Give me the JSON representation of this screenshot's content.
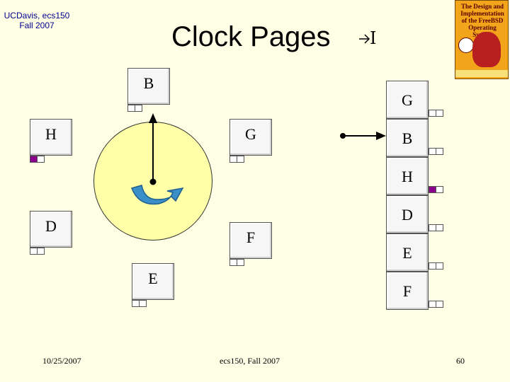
{
  "header": {
    "course_line1": "UCDavis, ecs150",
    "course_line2": "Fall 2007",
    "title": "Clock Pages",
    "arrow_label": "I"
  },
  "book_cover": {
    "title": "The Design and Implementation of the FreeBSD Operating System"
  },
  "icons": {
    "title_arrow": "right-arrow-icon",
    "rotation_arrow": "curved-arrow-icon"
  },
  "clock_pages": [
    {
      "label": "B",
      "ref_bit": false,
      "position": "top"
    },
    {
      "label": "G",
      "ref_bit": false,
      "position": "right-upper"
    },
    {
      "label": "F",
      "ref_bit": false,
      "position": "right-lower"
    },
    {
      "label": "E",
      "ref_bit": false,
      "position": "bottom"
    },
    {
      "label": "D",
      "ref_bit": false,
      "position": "left-lower"
    },
    {
      "label": "H",
      "ref_bit": true,
      "position": "left-upper"
    }
  ],
  "page_list": [
    {
      "label": "G",
      "ref_bit": false
    },
    {
      "label": "B",
      "ref_bit": false
    },
    {
      "label": "H",
      "ref_bit": true
    },
    {
      "label": "D",
      "ref_bit": false
    },
    {
      "label": "E",
      "ref_bit": false
    },
    {
      "label": "F",
      "ref_bit": false
    }
  ],
  "colors": {
    "background": "#ffffe6",
    "clock_face": "#ffffa8",
    "reference_bit_set": "#8b008b",
    "rotation_arrow": "#3a8fc8"
  },
  "footer": {
    "date": "10/25/2007",
    "course": "ecs150, Fall 2007",
    "page_number": "60"
  }
}
